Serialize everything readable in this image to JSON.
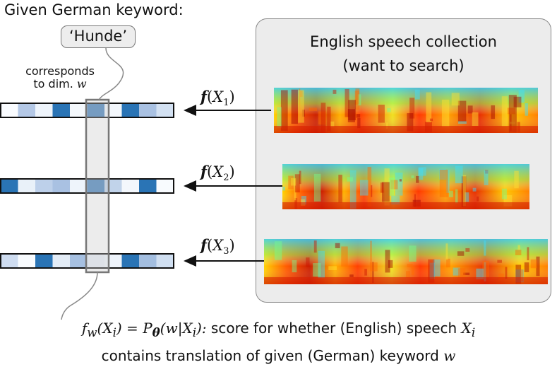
{
  "header": {
    "given_keyword_label": "Given German keyword:",
    "keyword": "‘Hunde’",
    "corresponds_line1": "corresponds",
    "corresponds_line2": "to dim.",
    "dim_var": "w"
  },
  "panel": {
    "title_line1": "English speech collection",
    "title_line2": "(want to search)"
  },
  "rows": [
    {
      "f": "f",
      "open": "(",
      "x": "X",
      "sub": "1",
      "close": ")",
      "cells": [
        "#fafcff",
        "#b4c8e6",
        "#eef4fb",
        "#2a74b5",
        "#f4f8fc",
        "#4a84bd",
        "#f3f7fc",
        "#2a74b5",
        "#a9c1e2",
        "#d3e1f2"
      ]
    },
    {
      "f": "f",
      "open": "(",
      "x": "X",
      "sub": "2",
      "close": ")",
      "cells": [
        "#2a74b5",
        "#e9f1f9",
        "#bdd0ea",
        "#a9c1e2",
        "#eef4fb",
        "#4a84bd",
        "#c1d3ea",
        "#f3f7fc",
        "#2a74b5",
        "#f8fbfe"
      ]
    },
    {
      "f": "f",
      "open": "(",
      "x": "X",
      "sub": "3",
      "close": ")",
      "cells": [
        "#cedcf0",
        "#f8fbfe",
        "#2a74b5",
        "#e3ecf6",
        "#a6c0e1",
        "#e8eff8",
        "#eef4fb",
        "#2a74b5",
        "#a3bee0",
        "#d0dff1"
      ]
    }
  ],
  "formula": {
    "lhs": "f",
    "lhs_sub": "w",
    "lhs_arg": "(X",
    "lhs_arg_sub": "i",
    "lhs_arg_close": ")",
    "eq": " = ",
    "p": "P",
    "p_sub": "θ",
    "p_arg": "(w|X",
    "p_arg_sub": "i",
    "p_arg_close": "):",
    "text1": " score for whether (English) speech ",
    "x_var": "X",
    "x_var_sub": "i",
    "text2": "contains translation of given (German) keyword ",
    "w_var": "w"
  },
  "colors": {
    "panel_bg": "#ececec",
    "bar_border": "#111111",
    "highlight_border": "#777777",
    "dim_blue": "#2a74b5"
  },
  "spectrograms": [
    "spectrogram-1",
    "spectrogram-2",
    "spectrogram-3"
  ]
}
